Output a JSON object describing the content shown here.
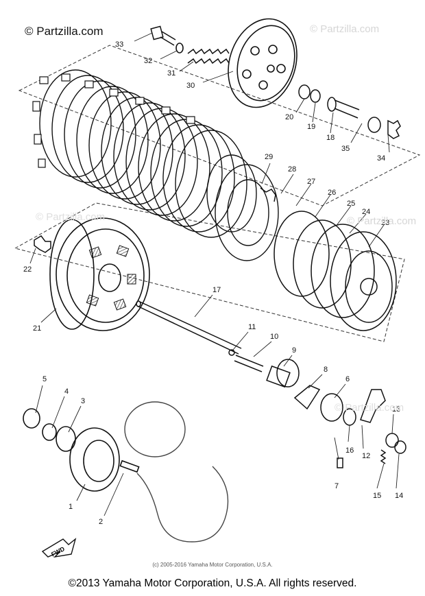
{
  "watermarks": {
    "main": "© Partzilla.com",
    "top_right": "© Partzilla.com",
    "middle_left": "© Partzilla.com",
    "middle_right": "© Partzilla.com",
    "bottom_right": "© Partzilla.com"
  },
  "parts": {
    "p1": "1",
    "p2": "2",
    "p3": "3",
    "p4": "4",
    "p5": "5",
    "p6": "6",
    "p7": "7",
    "p8": "8",
    "p9": "9",
    "p10": "10",
    "p11": "11",
    "p12": "12",
    "p13": "13",
    "p14": "14",
    "p15": "15",
    "p16": "16",
    "p17": "17",
    "p18": "18",
    "p19": "19",
    "p20": "20",
    "p21": "21",
    "p22": "22",
    "p23": "23",
    "p24": "24",
    "p25": "25",
    "p26": "26",
    "p27": "27",
    "p28": "28",
    "p29": "29",
    "p30": "30",
    "p31": "31",
    "p32": "32",
    "p33": "33",
    "p34": "34",
    "p35": "35"
  },
  "arrow_label": "FWD",
  "small_copyright": "(c) 2005-2016 Yamaha Motor Corporation, U.S.A.",
  "footer_copyright": "©2013 Yamaha Motor Corporation, U.S.A. All rights reserved."
}
